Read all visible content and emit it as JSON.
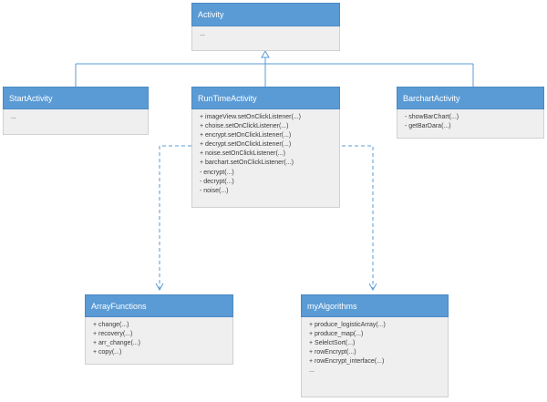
{
  "classes": {
    "activity": {
      "name": "Activity",
      "members": [
        "..."
      ]
    },
    "start_activity": {
      "name": "StartActivity",
      "members": [
        "..."
      ]
    },
    "runtime_activity": {
      "name": "RunTimeActivity",
      "members": [
        "+ imageView.setOnClickListener(...)",
        "+ choise.setOnClickListener(...)",
        "+ encrypt.setOnClickListener(...)",
        "+ decrypt.setOnClickListener(...)",
        "+ noise.setOnClickListener(...)",
        "+ barchart.setOnClickListener(...)",
        "- encrypt(...)",
        "- decrypt(...)",
        "- noise(...)"
      ]
    },
    "barchart_activity": {
      "name": "BarchartActivity",
      "members": [
        "- showBarChart(...)",
        "- getBarDara(...)"
      ]
    },
    "array_functions": {
      "name": "ArrayFunctions",
      "members": [
        "+ change(...)",
        "+ recovery(...)",
        "+ arr_change(...)",
        "+ copy(...)"
      ]
    },
    "my_algorithms": {
      "name": "myAlgorithms",
      "members": [
        "+ produce_logisticArray(...)",
        "+ produce_map(...)",
        "+ SelelctSort(...)",
        "+ rowEncrypt(...)",
        "+ rowEncrypt_interface(...)",
        "..."
      ]
    }
  },
  "colors": {
    "header": "#5b9bd5",
    "body": "#efefef",
    "line": "#5b9bd5"
  }
}
